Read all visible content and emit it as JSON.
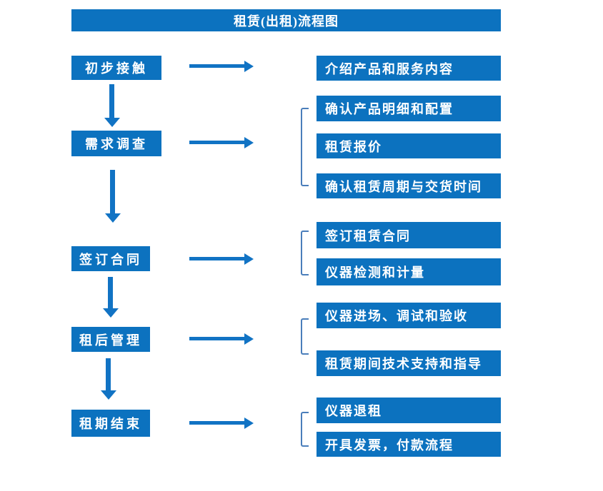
{
  "title": "租赁(出租)流程图",
  "colors": {
    "box_blue": "#0c72bf",
    "arrow_blue": "#1173c4",
    "bracket_blue": "#4a7ebb",
    "text_white": "#ffffff",
    "background": "#ffffff"
  },
  "flow": [
    {
      "step": "初步接触",
      "details": [
        "介绍产品和服务内容"
      ]
    },
    {
      "step": "需求调查",
      "details": [
        "确认产品明细和配置",
        "租赁报价",
        "确认租赁周期与交货时间"
      ]
    },
    {
      "step": "签订合同",
      "details": [
        "签订租赁合同",
        "仪器检测和计量"
      ]
    },
    {
      "step": "租后管理",
      "details": [
        "仪器进场、调试和验收",
        "租赁期间技术支持和指导"
      ]
    },
    {
      "step": "租期结束",
      "details": [
        "仪器退租",
        "开具发票，付款流程"
      ]
    }
  ]
}
